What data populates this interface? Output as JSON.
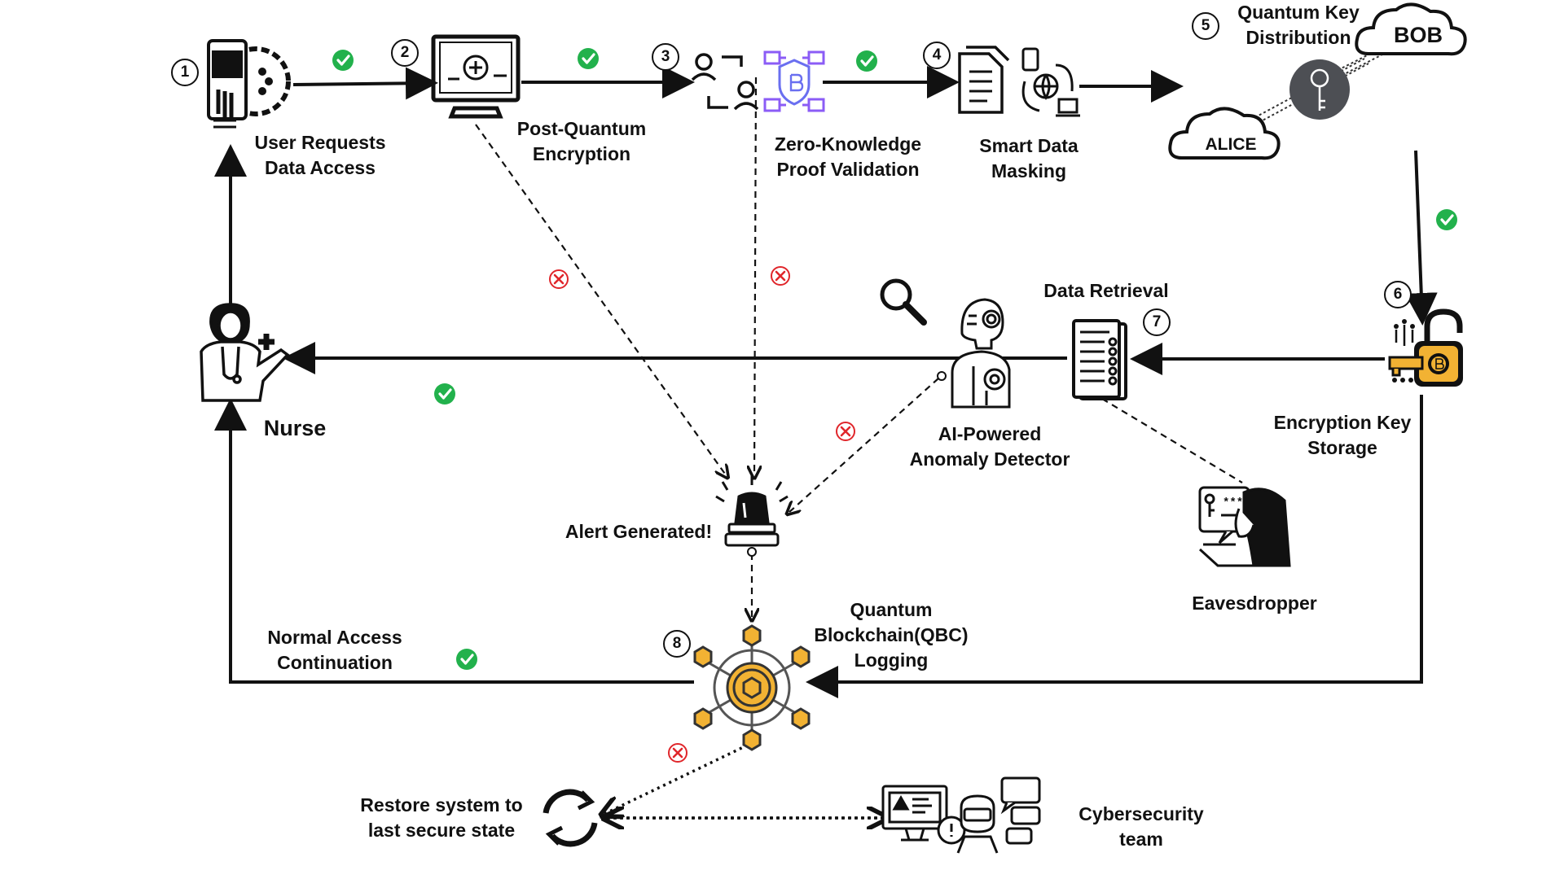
{
  "steps": {
    "s1": {
      "num": "1",
      "line1": "User Requests",
      "line2": "Data Access"
    },
    "s2": {
      "num": "2",
      "line1": "Post-Quantum",
      "line2": "Encryption"
    },
    "s3": {
      "num": "3",
      "line1": "Zero-Knowledge",
      "line2": "Proof Validation"
    },
    "s4": {
      "num": "4",
      "line1": "Smart Data",
      "line2": "Masking"
    },
    "s5": {
      "num": "5",
      "line1": "Quantum Key",
      "line2": "Distribution"
    },
    "s6": {
      "num": "6",
      "line1": "Encryption Key",
      "line2": "Storage"
    },
    "s7": {
      "num": "7",
      "line1": "Data Retrieval"
    },
    "s8": {
      "num": "8",
      "line1": "Quantum",
      "line2": "Blockchain(QBC)",
      "line3": "Logging"
    }
  },
  "qkd": {
    "bob": "BOB",
    "alice": "ALICE"
  },
  "actors": {
    "nurse": "Nurse",
    "ai": {
      "line1": "AI-Powered",
      "line2": "Anomaly Detector"
    },
    "eavesdropper": "Eavesdropper",
    "alert": "Alert Generated!",
    "cyber": {
      "line1": "Cybersecurity",
      "line2": "team"
    },
    "restore": {
      "line1": "Restore system to",
      "line2": "last secure state"
    },
    "normal": {
      "line1": "Normal Access",
      "line2": "Continuation"
    }
  },
  "colors": {
    "success": "#22b14c",
    "failure": "#e0262b",
    "ink": "#111111",
    "chain": "#f2b233",
    "purple": "#8b5cf6",
    "gray": "#555555"
  }
}
